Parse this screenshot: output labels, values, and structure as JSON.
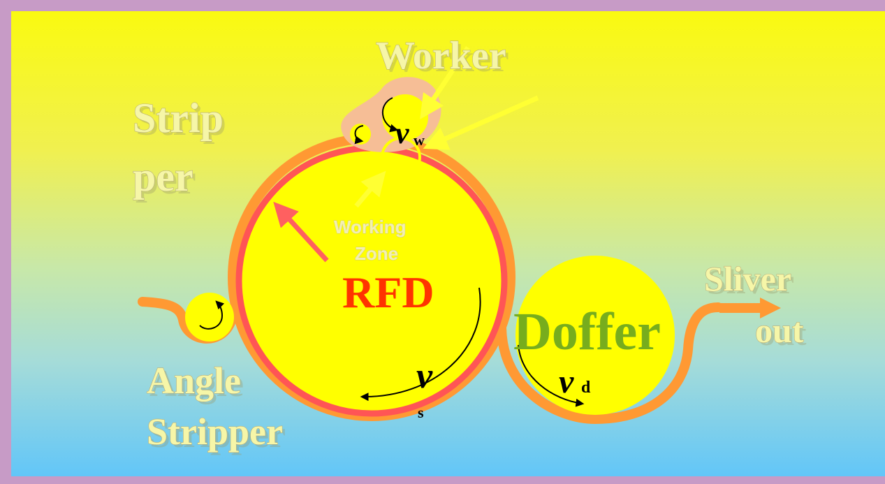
{
  "colors": {
    "frame": "#c79bc6",
    "bg_top": "#fafa10",
    "bg_bottom": "#62c6f8",
    "roller_fill": "#ffff00",
    "web_orange": "#ff9933",
    "cylinder_clothing_red": "#ff5555",
    "pointer_yellow": "#ffff33",
    "rfd_text": "#ff3300",
    "doffer_text": "#77ad1d"
  },
  "labels": {
    "worker": "Worker",
    "stripper_line1": "Strip",
    "stripper_line2": "per",
    "working_zone_line1": "Working",
    "working_zone_line2": "Zone",
    "rfd": "RFD",
    "doffer": "Doffer",
    "sliver_line1": "Sliver",
    "sliver_line2": "out",
    "angle_stripper_line1": "Angle",
    "angle_stripper_line2": "Stripper"
  },
  "velocities": {
    "worker": {
      "symbol": "v",
      "subscript": "w"
    },
    "cylinder": {
      "symbol": "v",
      "subscript": "s"
    },
    "doffer": {
      "symbol": "v",
      "subscript": "d"
    }
  }
}
